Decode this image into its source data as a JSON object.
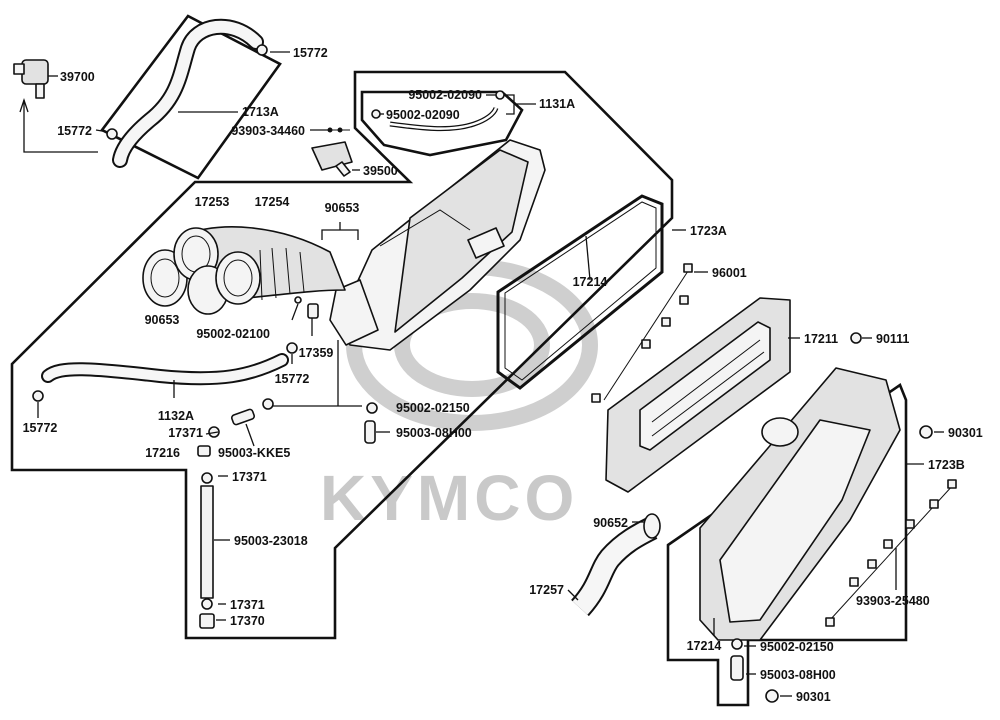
{
  "watermark": "KYMCO",
  "labels": {
    "p39700": "39700",
    "p15772_top": "15772",
    "p1713A": "1713A",
    "p15772_left": "15772",
    "p93903_34460": "93903-34460",
    "p39500": "39500",
    "p95002_02090_a": "95002-02090",
    "p95002_02090_b": "95002-02090",
    "p1131A": "1131A",
    "p17253": "17253",
    "p17254": "17254",
    "p90653_top": "90653",
    "p90653_left": "90653",
    "p95002_02100": "95002-02100",
    "p17359": "17359",
    "p15772_mid": "15772",
    "p1132A": "1132A",
    "p15772_bl": "15772",
    "p17371_a": "17371",
    "p17216": "17216",
    "p95003_KKE5": "95003-KKE5",
    "p95002_02150_a": "95002-02150",
    "p95003_08H00_a": "95003-08H00",
    "p17371_b": "17371",
    "p95003_23018": "95003-23018",
    "p17371_c": "17371",
    "p17370": "17370",
    "p17214_a": "17214",
    "p1723A": "1723A",
    "p96001": "96001",
    "p17211": "17211",
    "p90111": "90111",
    "p90301_a": "90301",
    "p1723B": "1723B",
    "p90652": "90652",
    "p17257": "17257",
    "p93903_25480": "93903-25480",
    "p17214_b": "17214",
    "p95002_02150_b": "95002-02150",
    "p95003_08H00_b": "95003-08H00",
    "p90301_b": "90301"
  }
}
